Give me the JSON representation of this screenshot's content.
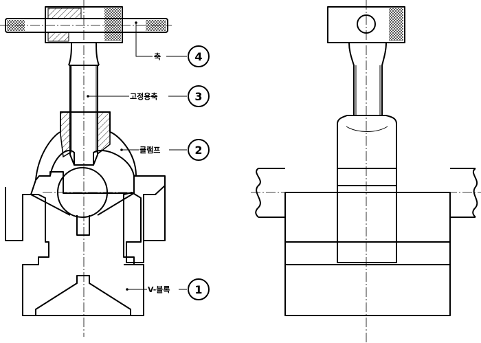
{
  "labels": {
    "part4": {
      "text": "축",
      "number": "4"
    },
    "part3": {
      "text": "고정용축",
      "number": "3"
    },
    "part2": {
      "text": "클램프",
      "number": "2"
    },
    "part1": {
      "text": "V-블록",
      "number": "1"
    }
  }
}
